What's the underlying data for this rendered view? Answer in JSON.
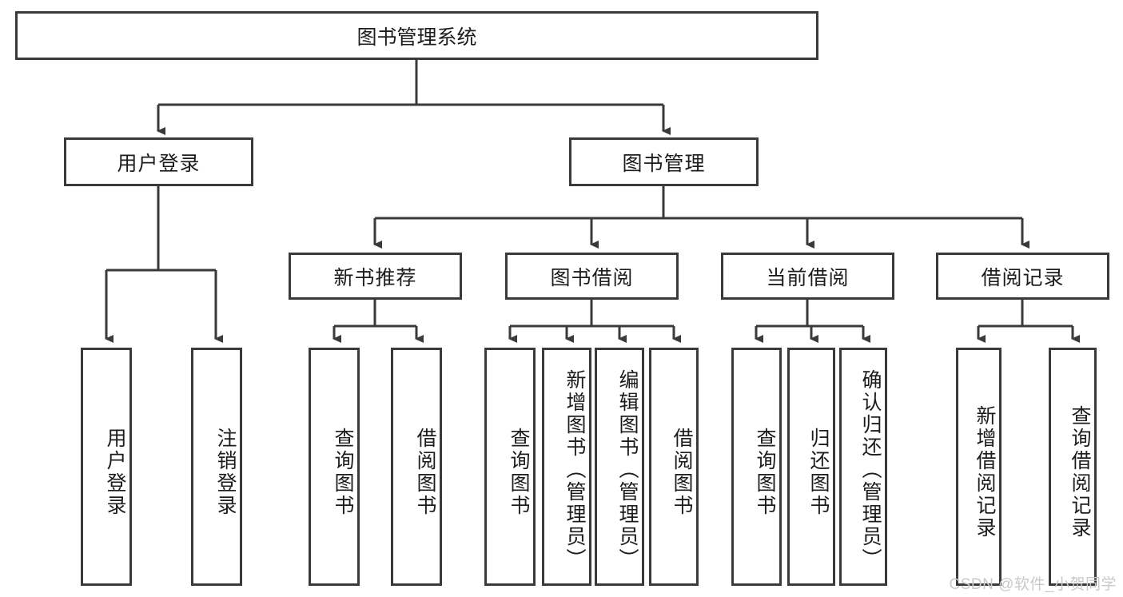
{
  "diagram": {
    "type": "tree",
    "title": "图书管理系统",
    "watermark": "CSDN @软件_小贺同学",
    "colors": {
      "line": "#3a3a3a",
      "box_fill": "#ffffff",
      "text": "#1c1c1c",
      "watermark": "#c9c9c9"
    },
    "root": {
      "label": "图书管理系统"
    },
    "level2": [
      {
        "label": "用户登录"
      },
      {
        "label": "图书管理"
      }
    ],
    "level3": [
      {
        "label": "新书推荐"
      },
      {
        "label": "图书借阅"
      },
      {
        "label": "当前借阅"
      },
      {
        "label": "借阅记录"
      }
    ],
    "leaves": {
      "user_login": [
        {
          "label": "用户登录"
        },
        {
          "label": "注销登录"
        }
      ],
      "new_book": [
        {
          "label": "查询图书"
        },
        {
          "label": "借阅图书"
        }
      ],
      "book_borrow": [
        {
          "label": "查询图书"
        },
        {
          "label": "新增图书（管理员）"
        },
        {
          "label": "编辑图书（管理员）"
        },
        {
          "label": "借阅图书"
        }
      ],
      "current_borrow": [
        {
          "label": "查询图书"
        },
        {
          "label": "归还图书"
        },
        {
          "label": "确认归还（管理员）"
        }
      ],
      "borrow_record": [
        {
          "label": "新增借阅记录"
        },
        {
          "label": "查询借阅记录"
        }
      ]
    }
  }
}
